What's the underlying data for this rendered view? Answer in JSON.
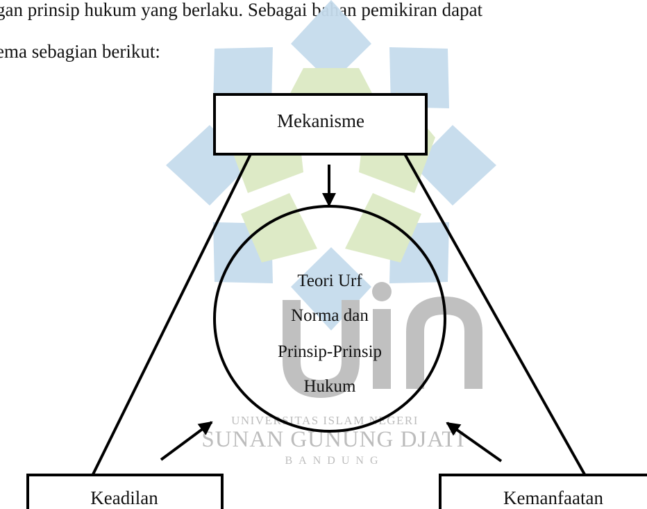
{
  "intro": {
    "line1": "gan prinsip hukum yang berlaku. Sebagai bahan pemikiran dapat",
    "line2": "ema sebagian berikut:"
  },
  "diagram": {
    "top_box": "Mekanisme",
    "left_box": "Keadilan",
    "right_box": "Kemanfaatan",
    "center_lines": [
      "Teori Urf",
      "Norma dan",
      "Prinsip-Prinsip",
      "Hukum"
    ]
  },
  "watermark": {
    "logo_text": "uin",
    "line1": "UNIVERSITAS ISLAM NEGERI",
    "line2": "SUNAN GUNUNG DJATI",
    "line3": "BANDUNG",
    "colors": {
      "green": "#dce9c4",
      "blue": "#c6dced",
      "grey": "#bdbdbd"
    }
  }
}
